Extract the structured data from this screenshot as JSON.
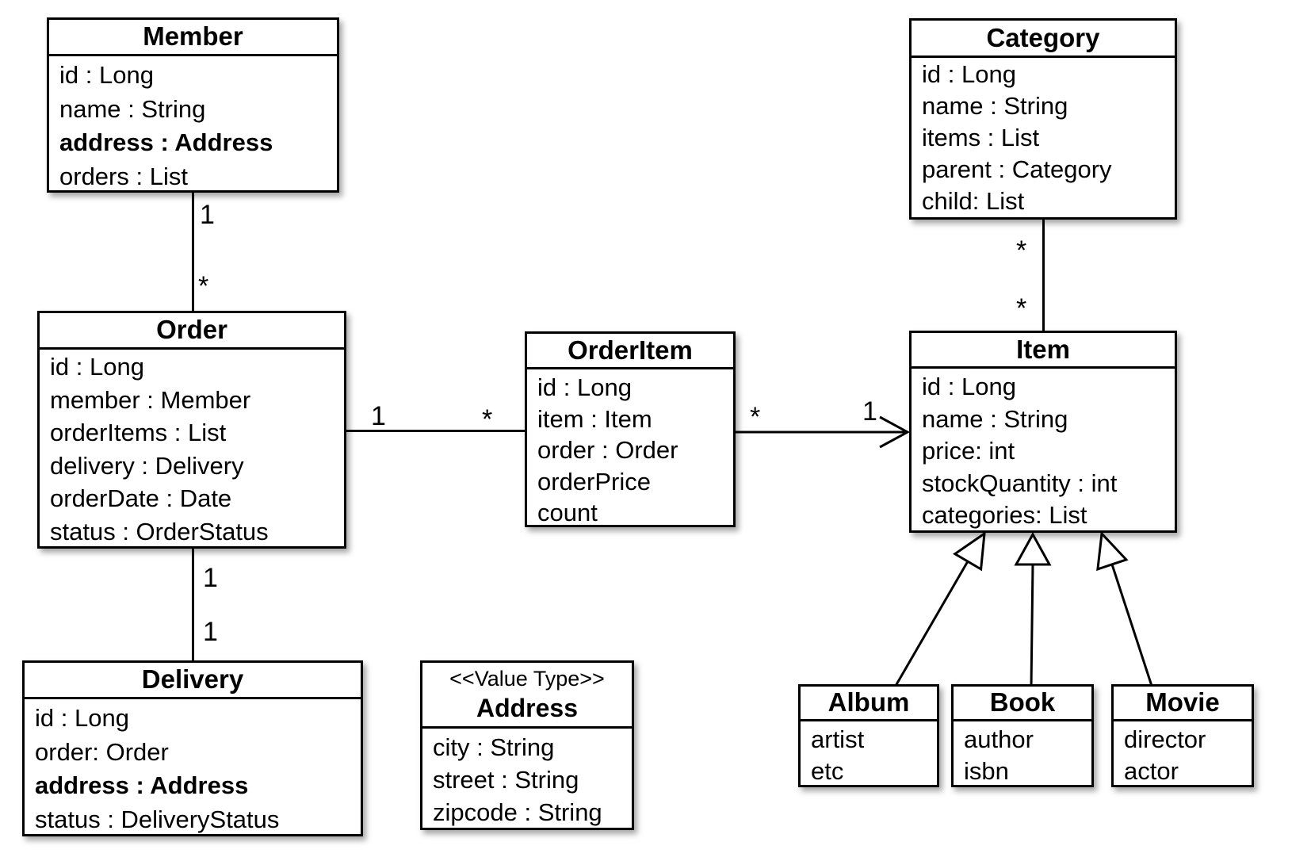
{
  "diagram": {
    "classes": {
      "member": {
        "title": "Member",
        "attrs": [
          "id : Long",
          "name : String",
          "address : Address",
          "orders : List"
        ]
      },
      "category": {
        "title": "Category",
        "attrs": [
          "id : Long",
          "name : String",
          "items : List",
          "parent : Category",
          "child: List"
        ]
      },
      "order": {
        "title": "Order",
        "attrs": [
          "id : Long",
          "member : Member",
          "orderItems : List",
          "delivery : Delivery",
          "orderDate : Date",
          "status : OrderStatus"
        ]
      },
      "orderItem": {
        "title": "OrderItem",
        "attrs": [
          "id : Long",
          "item : Item",
          "order : Order",
          "orderPrice",
          "count"
        ]
      },
      "item": {
        "title": "Item",
        "attrs": [
          "id : Long",
          "name : String",
          "price: int",
          "stockQuantity : int",
          "categories: List"
        ]
      },
      "delivery": {
        "title": "Delivery",
        "attrs": [
          "id : Long",
          "order: Order",
          "address : Address",
          "status : DeliveryStatus"
        ]
      },
      "address": {
        "stereotype": "<<Value Type>>",
        "title": "Address",
        "attrs": [
          "city : String",
          "street : String",
          "zipcode : String"
        ]
      },
      "album": {
        "title": "Album",
        "attrs": [
          "artist",
          "etc"
        ]
      },
      "book": {
        "title": "Book",
        "attrs": [
          "author",
          "isbn"
        ]
      },
      "movie": {
        "title": "Movie",
        "attrs": [
          "director",
          "actor"
        ]
      }
    },
    "multiplicities": {
      "member_order": {
        "member_end": "1",
        "order_end": "*"
      },
      "order_orderItem": {
        "order_end": "1",
        "orderItem_end": "*"
      },
      "orderItem_item": {
        "orderItem_end": "*",
        "item_end": "1"
      },
      "category_item": {
        "category_end": "*",
        "item_end": "*"
      },
      "order_delivery": {
        "order_end": "1",
        "delivery_end": "1"
      }
    }
  }
}
